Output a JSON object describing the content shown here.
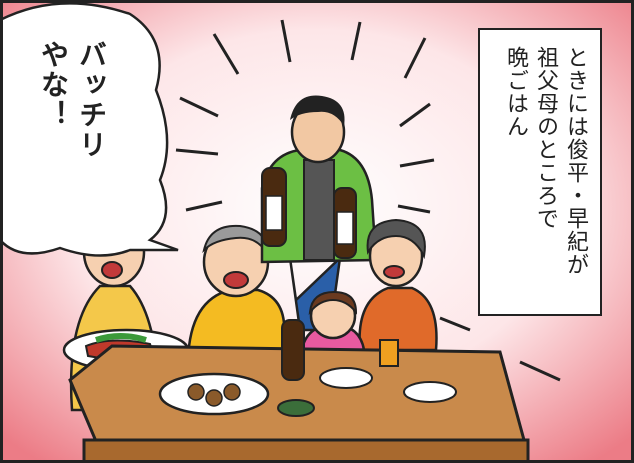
{
  "narration": {
    "lines": [
      "ときには俊平・早紀が",
      "祖父母のところで",
      "晩ごはん"
    ]
  },
  "speech": {
    "lines": [
      "バッチリ",
      "やな！"
    ]
  },
  "colors": {
    "background_burst": "#f0a0a6",
    "table": "#c98a4b",
    "outline": "#222222"
  }
}
